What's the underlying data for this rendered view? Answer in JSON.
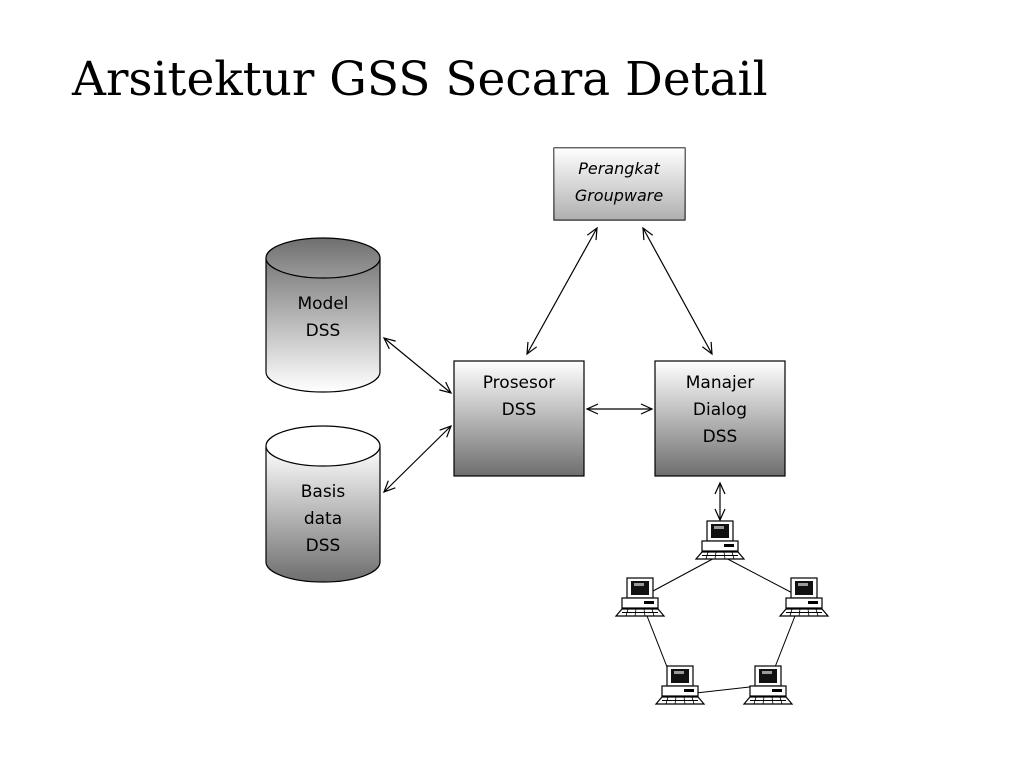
{
  "slide": {
    "title": "Arsitektur GSS Secara Detail"
  },
  "nodes": {
    "groupware": {
      "lines": [
        "Perangkat",
        "Groupware"
      ]
    },
    "model_dss": {
      "lines": [
        "Model",
        "DSS"
      ]
    },
    "basis_data_dss": {
      "lines": [
        "Basis",
        "data",
        "DSS"
      ]
    },
    "prosesor_dss": {
      "lines": [
        "Prosesor",
        "DSS"
      ]
    },
    "manajer_dialog_dss": {
      "lines": [
        "Manajer",
        "Dialog",
        "DSS"
      ]
    }
  },
  "icons": {
    "workstation": "computer-terminal-icon",
    "workstation_count": 5
  },
  "colors": {
    "box_fill_light": "#ffffff",
    "box_fill_dark": "#6e6e6e",
    "stroke": "#000000"
  }
}
